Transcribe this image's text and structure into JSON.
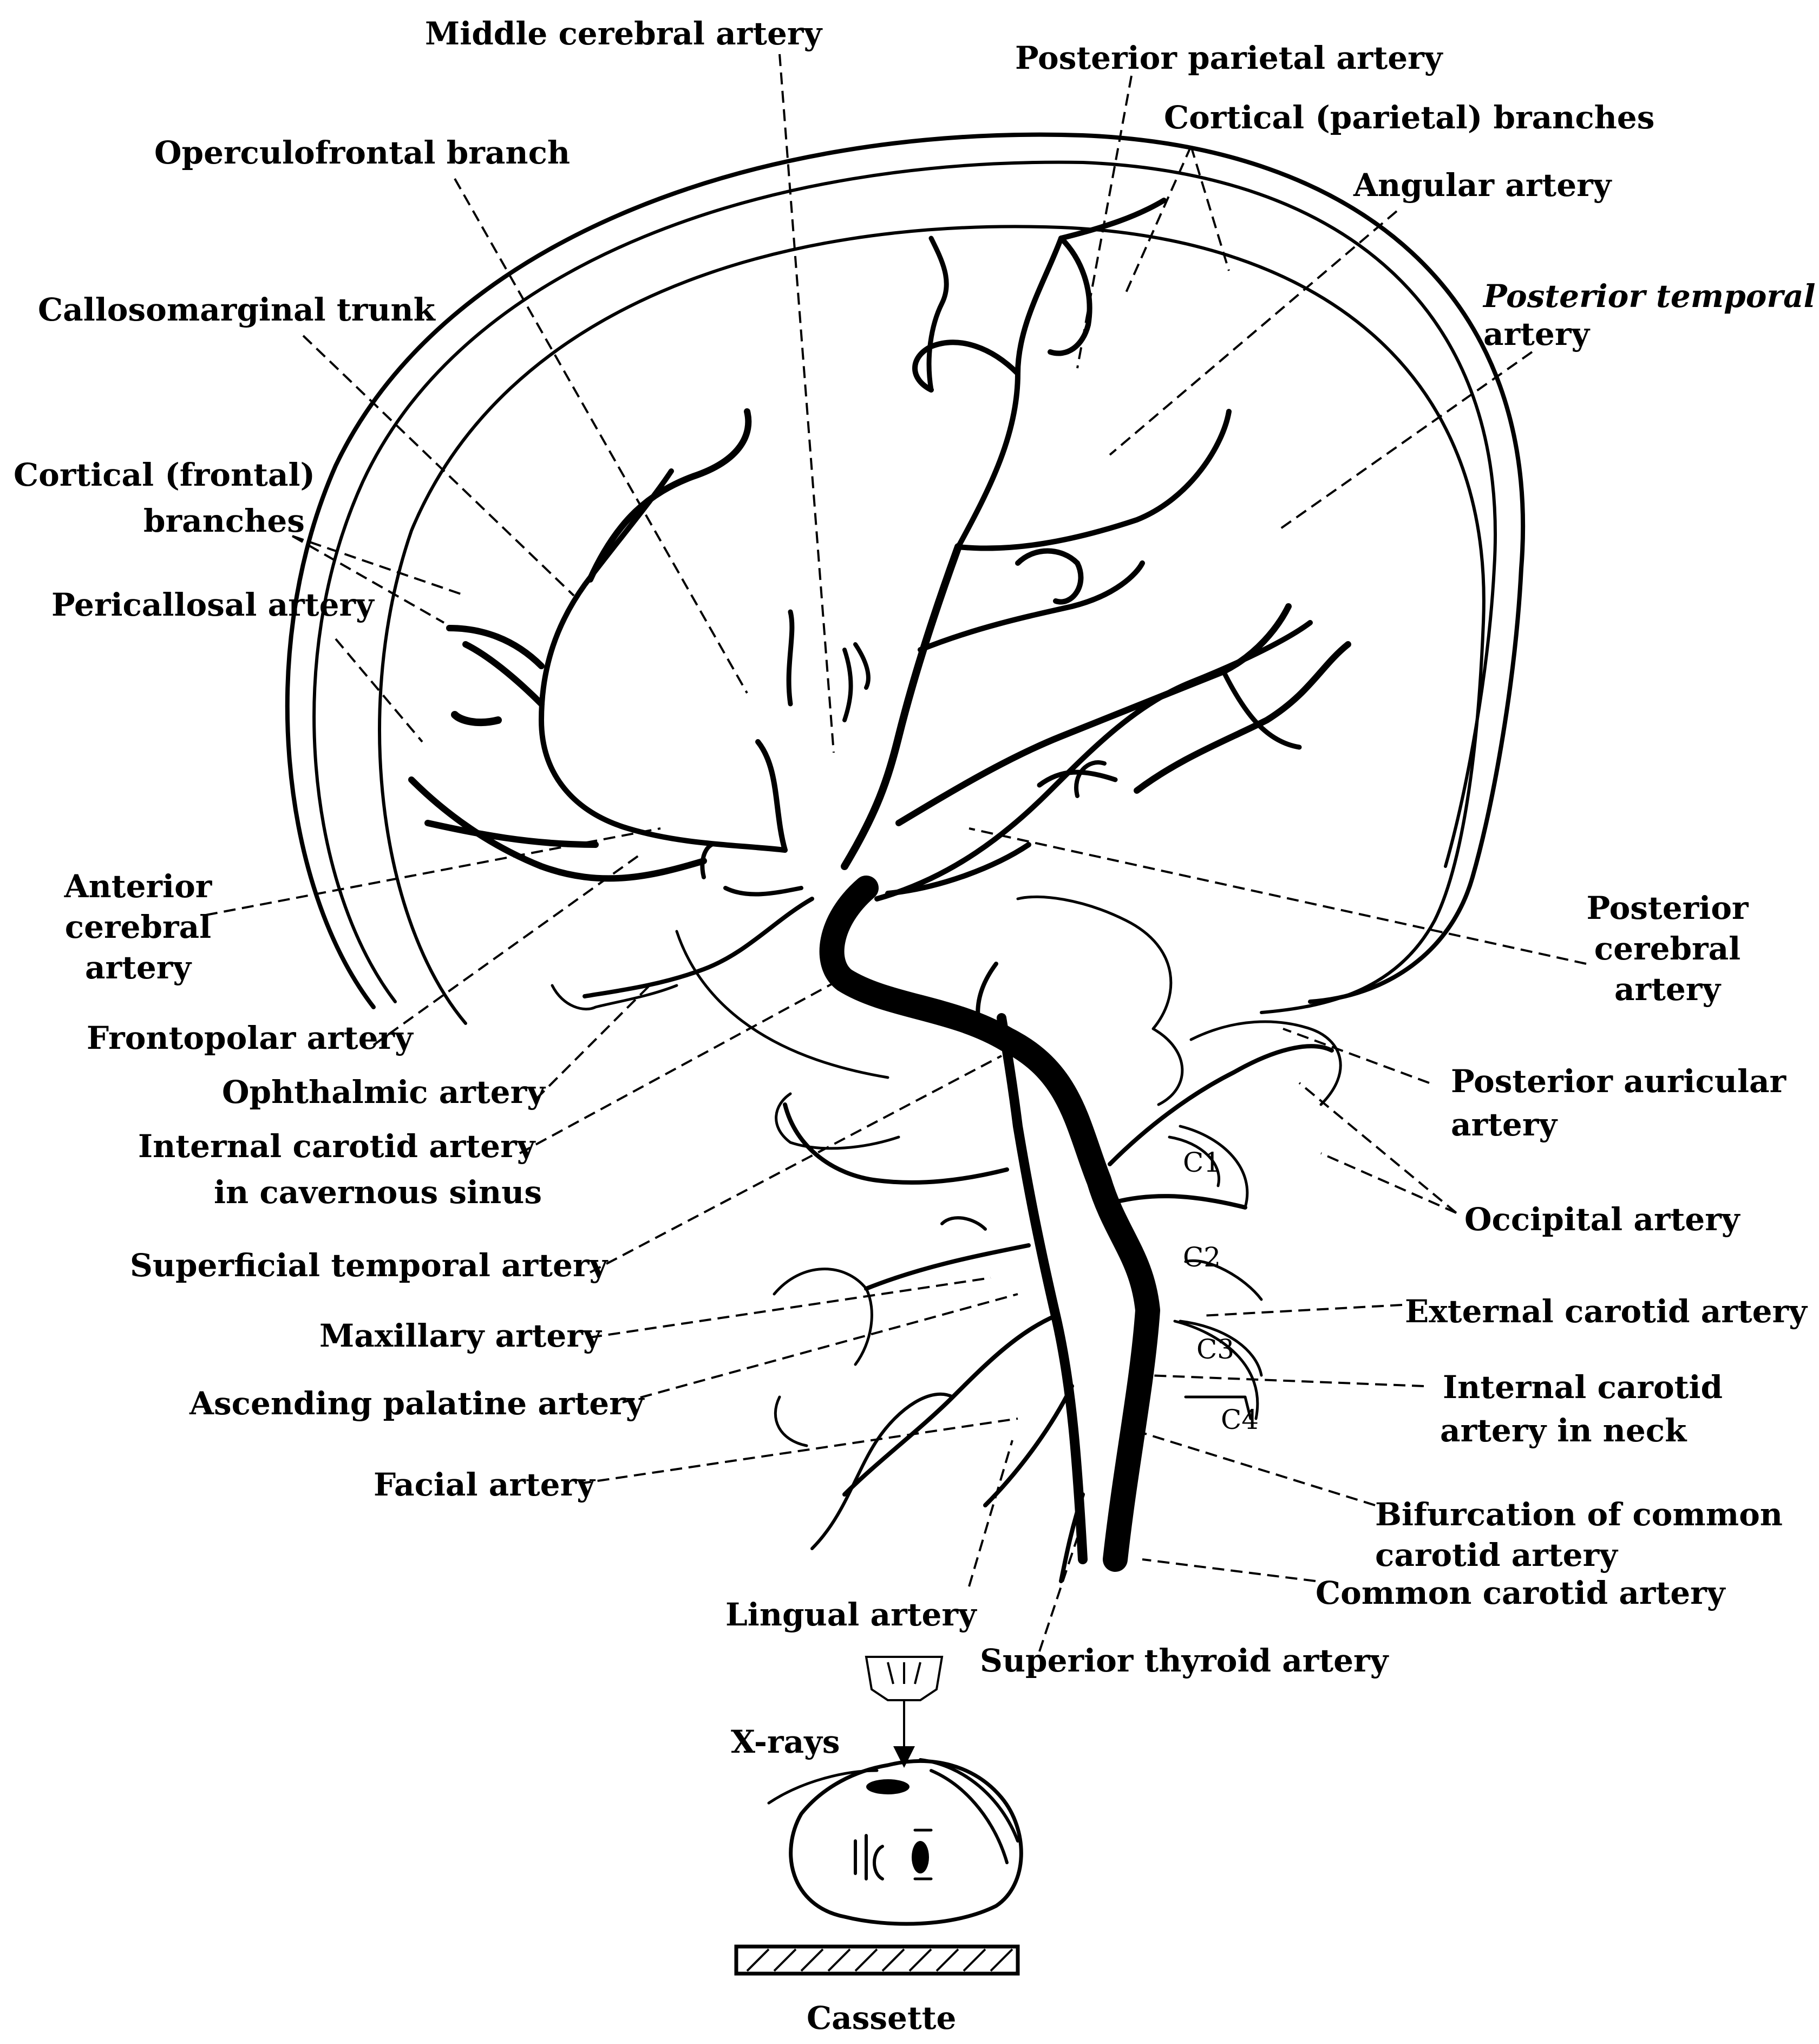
{
  "labels": {
    "middle_cerebral": "Middle cerebral artery",
    "posterior_parietal": "Posterior parietal artery",
    "cortical_parietal": "Cortical (parietal) branches",
    "operculofrontal": "Operculofrontal branch",
    "angular": "Angular artery",
    "callosomarginal": "Callosomarginal trunk",
    "posterior_temporal_1": "Posterior temporal",
    "posterior_temporal_2": "artery",
    "cortical_frontal_1": "Cortical (frontal)",
    "cortical_frontal_2": "branches",
    "pericallosal": "Pericallosal artery",
    "anterior_cerebral_1": "Anterior",
    "anterior_cerebral_2": "cerebral",
    "anterior_cerebral_3": "artery",
    "posterior_cerebral_1": "Posterior",
    "posterior_cerebral_2": "cerebral",
    "posterior_cerebral_3": "artery",
    "frontopolar": "Frontopolar artery",
    "ophthalmic": "Ophthalmic artery",
    "posterior_auricular_1": "Posterior auricular",
    "posterior_auricular_2": "artery",
    "ica_cavernous_1": "Internal carotid artery",
    "ica_cavernous_2": "in cavernous sinus",
    "occipital": "Occipital artery",
    "superficial_temporal": "Superficial temporal artery",
    "external_carotid": "External carotid artery",
    "maxillary": "Maxillary artery",
    "ica_neck_1": "Internal carotid",
    "ica_neck_2": "artery in neck",
    "ascending_palatine": "Ascending palatine artery",
    "facial": "Facial artery",
    "bifurcation_1": "Bifurcation of common",
    "bifurcation_2": "carotid artery",
    "common_carotid": "Common carotid artery",
    "lingual": "Lingual artery",
    "superior_thyroid": "Superior thyroid artery",
    "xrays": "X-rays",
    "cassette": "Cassette"
  },
  "vertebra_labels": [
    "C1",
    "C2",
    "C3",
    "C4"
  ]
}
